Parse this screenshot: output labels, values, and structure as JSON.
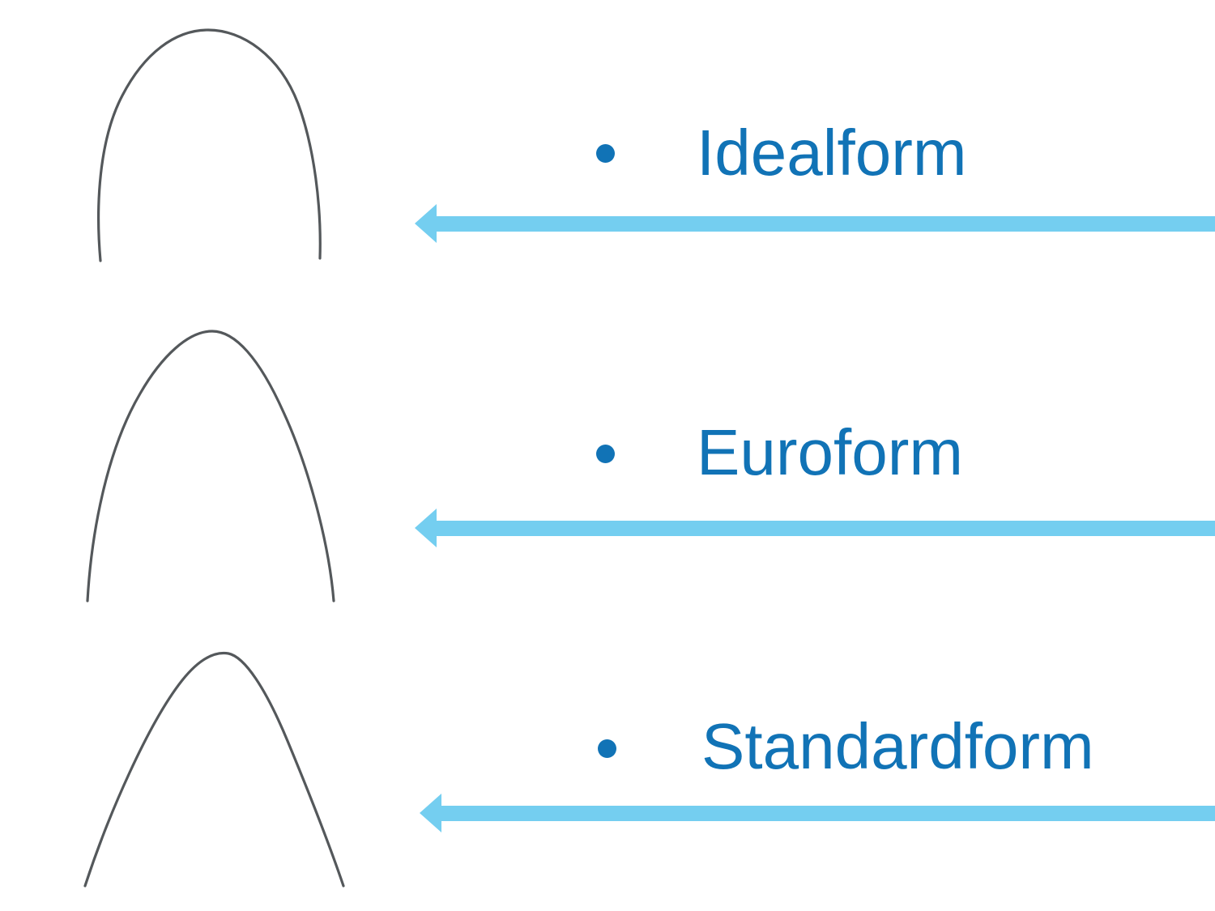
{
  "slide": {
    "rows": [
      {
        "label": "Idealform",
        "image": "idealform-archwire"
      },
      {
        "label": "Euroform",
        "image": "euroform-archwire"
      },
      {
        "label": "Standardform",
        "image": "standardform-archwire"
      }
    ]
  },
  "colors": {
    "bg": "#ffffff",
    "label_blue": "#1173b6",
    "arrow_blue": "#74cef0",
    "wire_gray": "#54585b"
  }
}
